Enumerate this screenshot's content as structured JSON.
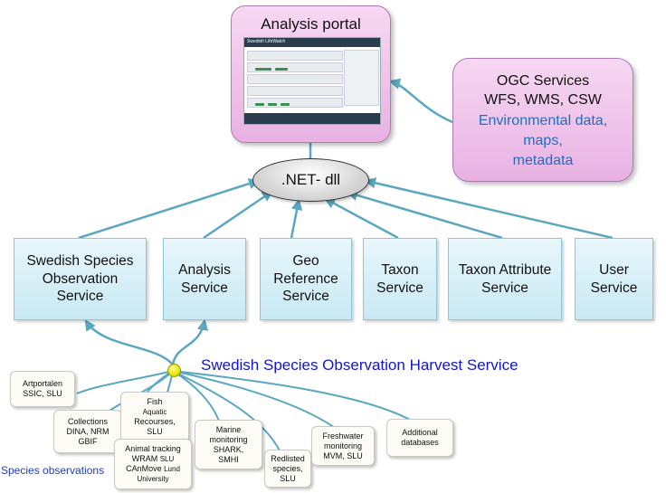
{
  "portal": {
    "title": "Analysis portal",
    "screenshot_title": "Swedish LifeWatch"
  },
  "ogc": {
    "line1": "OGC Services",
    "line2": "WFS, WMS, CSW",
    "env1": "Environmental data,",
    "env2": "maps,",
    "env3": "metadata"
  },
  "dotnet": {
    "label": ".NET- dll"
  },
  "services": [
    {
      "line1": "Swedish Species",
      "line2": "Observation",
      "line3": "Service"
    },
    {
      "line1": "Analysis",
      "line2": "Service"
    },
    {
      "line1": "Geo",
      "line2": "Reference",
      "line3": "Service"
    },
    {
      "line1": "Taxon",
      "line2": "Service"
    },
    {
      "line1": "Taxon Attribute",
      "line2": "Service"
    },
    {
      "line1": "User",
      "line2": "Service"
    }
  ],
  "harvest": {
    "title": "Swedish Species Observation Harvest Service"
  },
  "sources": {
    "artportalen": {
      "line1": "Artportalen",
      "line2": "SSIC, SLU"
    },
    "collections": {
      "line1": "Collections",
      "line2": "DINA, NRM",
      "line3": "GBIF"
    },
    "fish": {
      "line1": "Fish",
      "line2": "Aquatic",
      "line3": "Recourses,",
      "line4": "SLU"
    },
    "animal": {
      "line1": "Animal tracking",
      "line2a": "WRAM ",
      "line2b": "SLU",
      "line3a": "CAnMove ",
      "line3b": "Lund",
      "line4": "University"
    },
    "marine": {
      "line1": "Marine",
      "line2": "monitoring",
      "line3": "SHARK,",
      "line4": "SMHI"
    },
    "redlisted": {
      "line1": "Redlisted",
      "line2": "species,",
      "line3": "SLU"
    },
    "freshwater": {
      "line1": "Freshwater",
      "line2": "monitoring",
      "line3": "MVM, SLU"
    },
    "additional": {
      "line1": "Additional",
      "line2": "databases"
    }
  },
  "species_label": "Species observations",
  "colors": {
    "arrow": "#5aa7c0",
    "portal_fill": "#eebfe9",
    "service_fill": "#d6eff8",
    "harvest_text": "#1515c8",
    "env_text": "#1f6fc0"
  }
}
